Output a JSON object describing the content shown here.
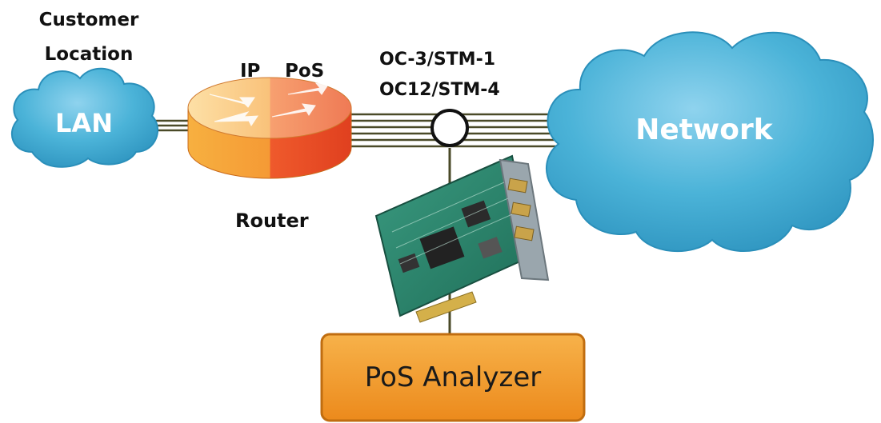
{
  "labels": {
    "customer_location_line1": "Customer",
    "customer_location_line2": "Location",
    "lan": "LAN",
    "ip": "IP",
    "pos": "PoS",
    "router": "Router",
    "link_rate_1": "OC-3/STM-1",
    "link_rate_2": "OC12/STM-4",
    "network": "Network",
    "analyzer": "PoS Analyzer"
  },
  "colors": {
    "cloud_fill": "#4bb3d8",
    "cloud_edge": "#2a8fba",
    "link_line": "#4a4a28",
    "router_left": "#f7b040",
    "router_right": "#e8452b",
    "analyzer_fill": "#f29a2a",
    "board_green": "#2f8a72"
  }
}
